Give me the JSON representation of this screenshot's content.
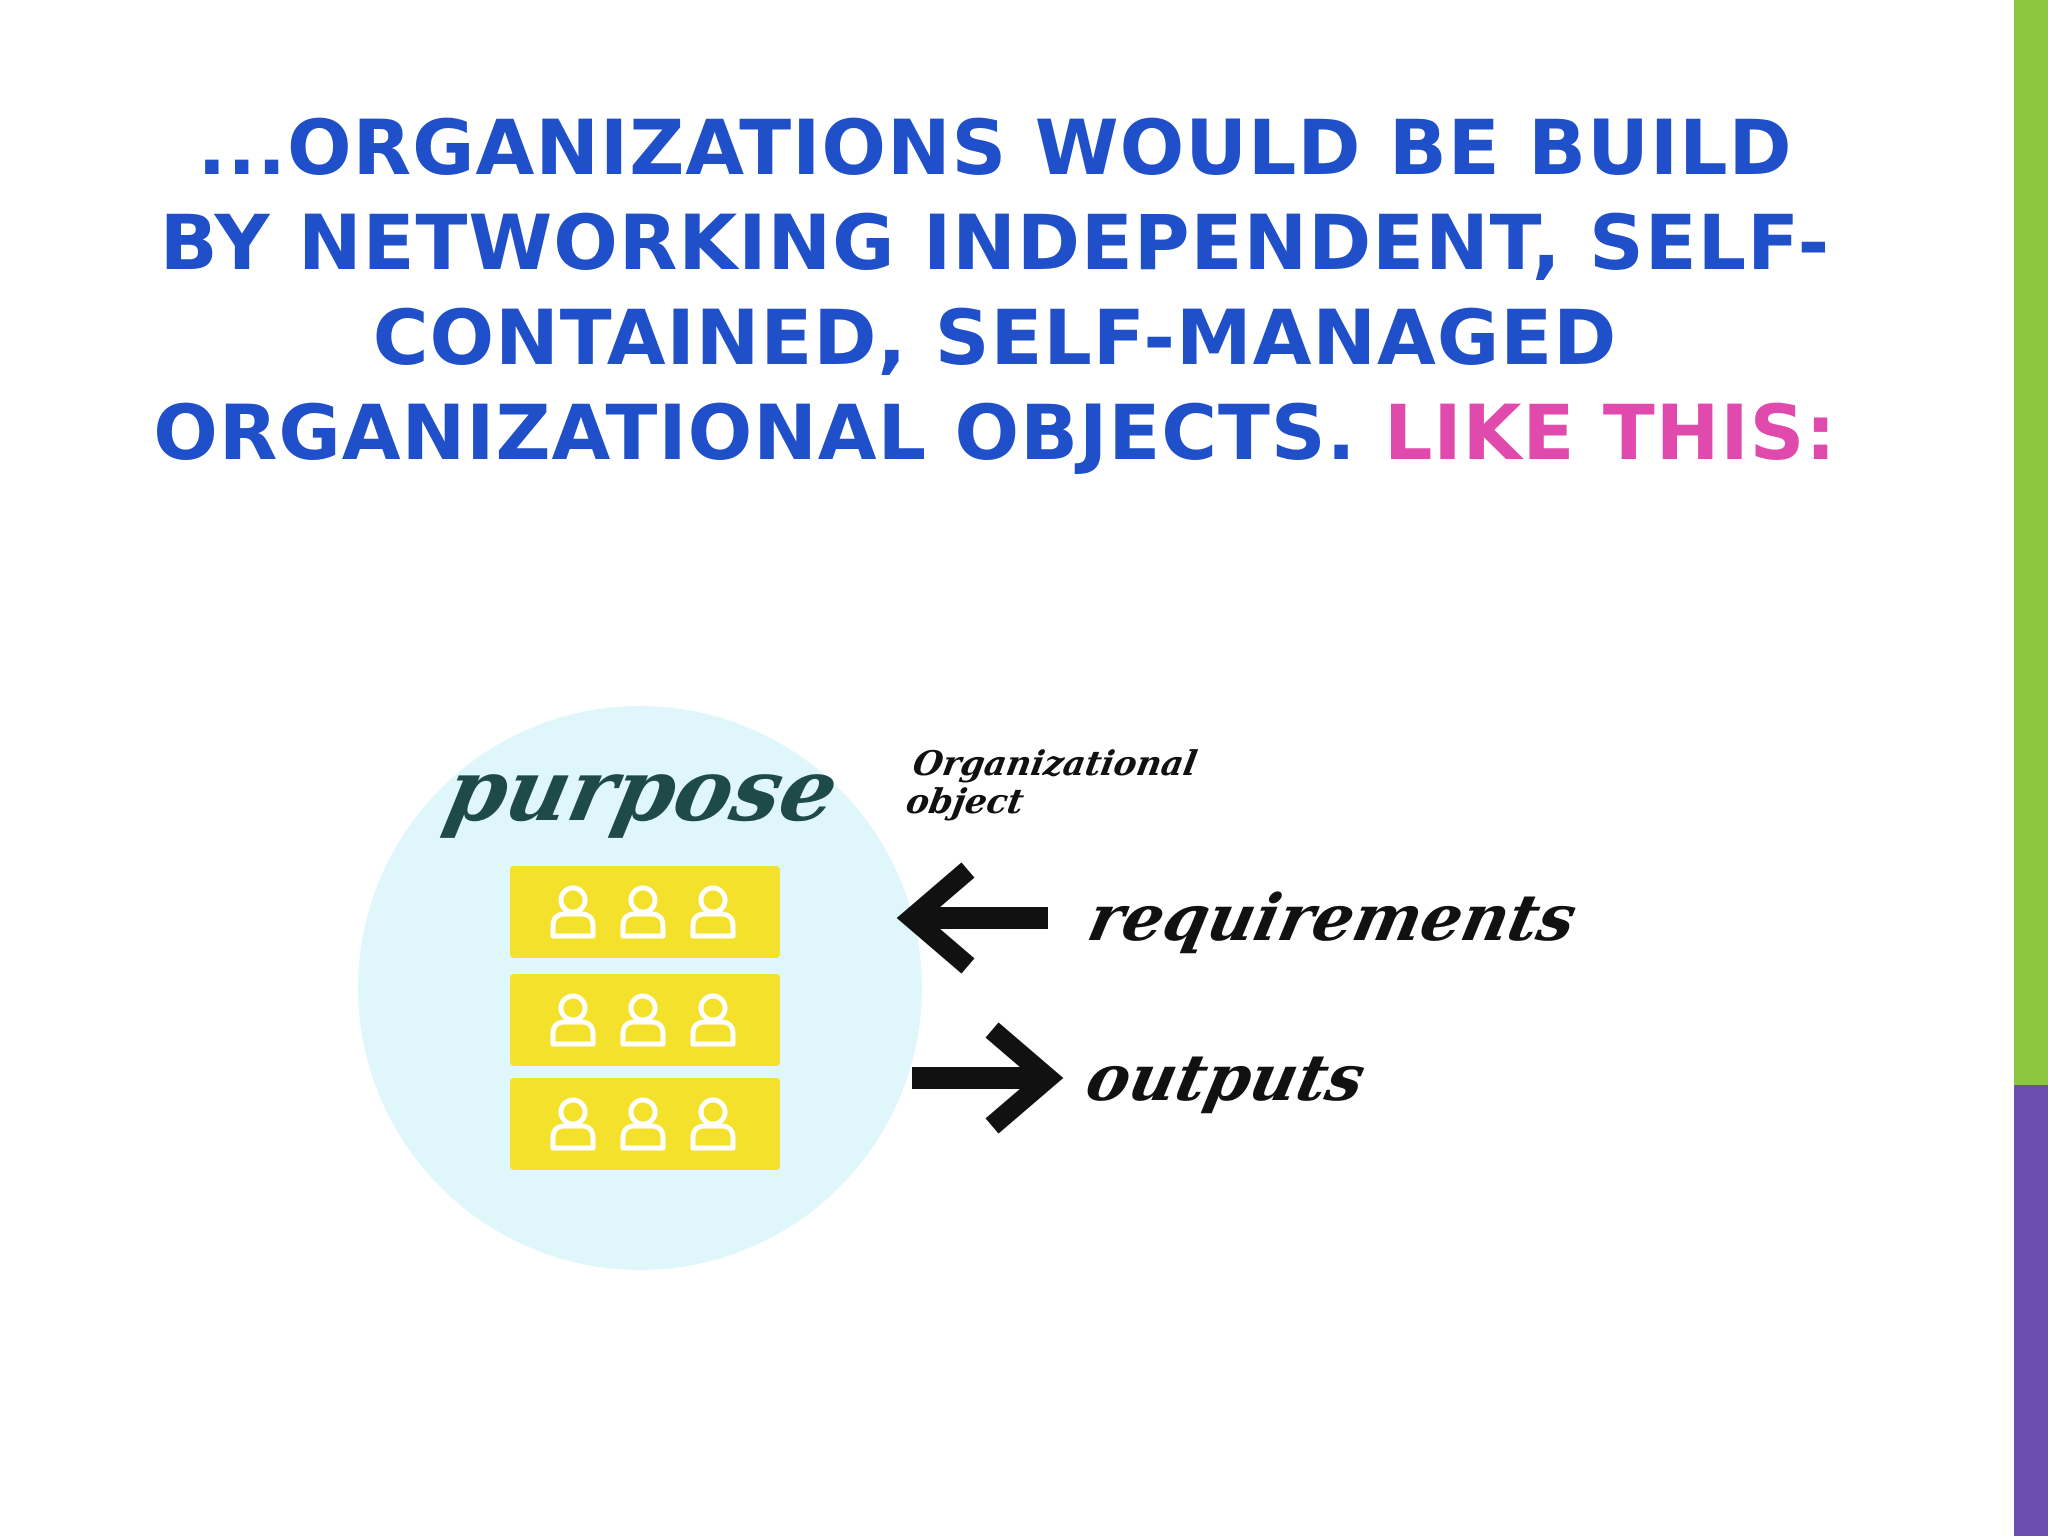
{
  "slide": {
    "title_main": "...ORGANIZATIONS WOULD BE BUILD BY NETWORKING INDEPENDENT, SELF-CONTAINED, SELF-MANAGED ORGANIZATIONAL OBJECTS.",
    "title_highlight": "LIKE THIS:"
  },
  "diagram": {
    "purpose_label": "purpose",
    "object_label_line1": "Organizational",
    "object_label_line2": "object",
    "requirements_label": "requirements",
    "outputs_label": "outputs",
    "team_rows": 3,
    "people_per_row": 3
  },
  "colors": {
    "title_blue": "#1f4fc9",
    "highlight_pink": "#e04aac",
    "circle_fill": "#dff6fb",
    "team_yellow": "#f3e12b",
    "purpose_text": "#1e4a47",
    "accent_green": "#8dc63f",
    "accent_purple": "#6a4fb0"
  },
  "icons": [
    "person-icon",
    "arrow-left-icon",
    "arrow-right-icon"
  ]
}
